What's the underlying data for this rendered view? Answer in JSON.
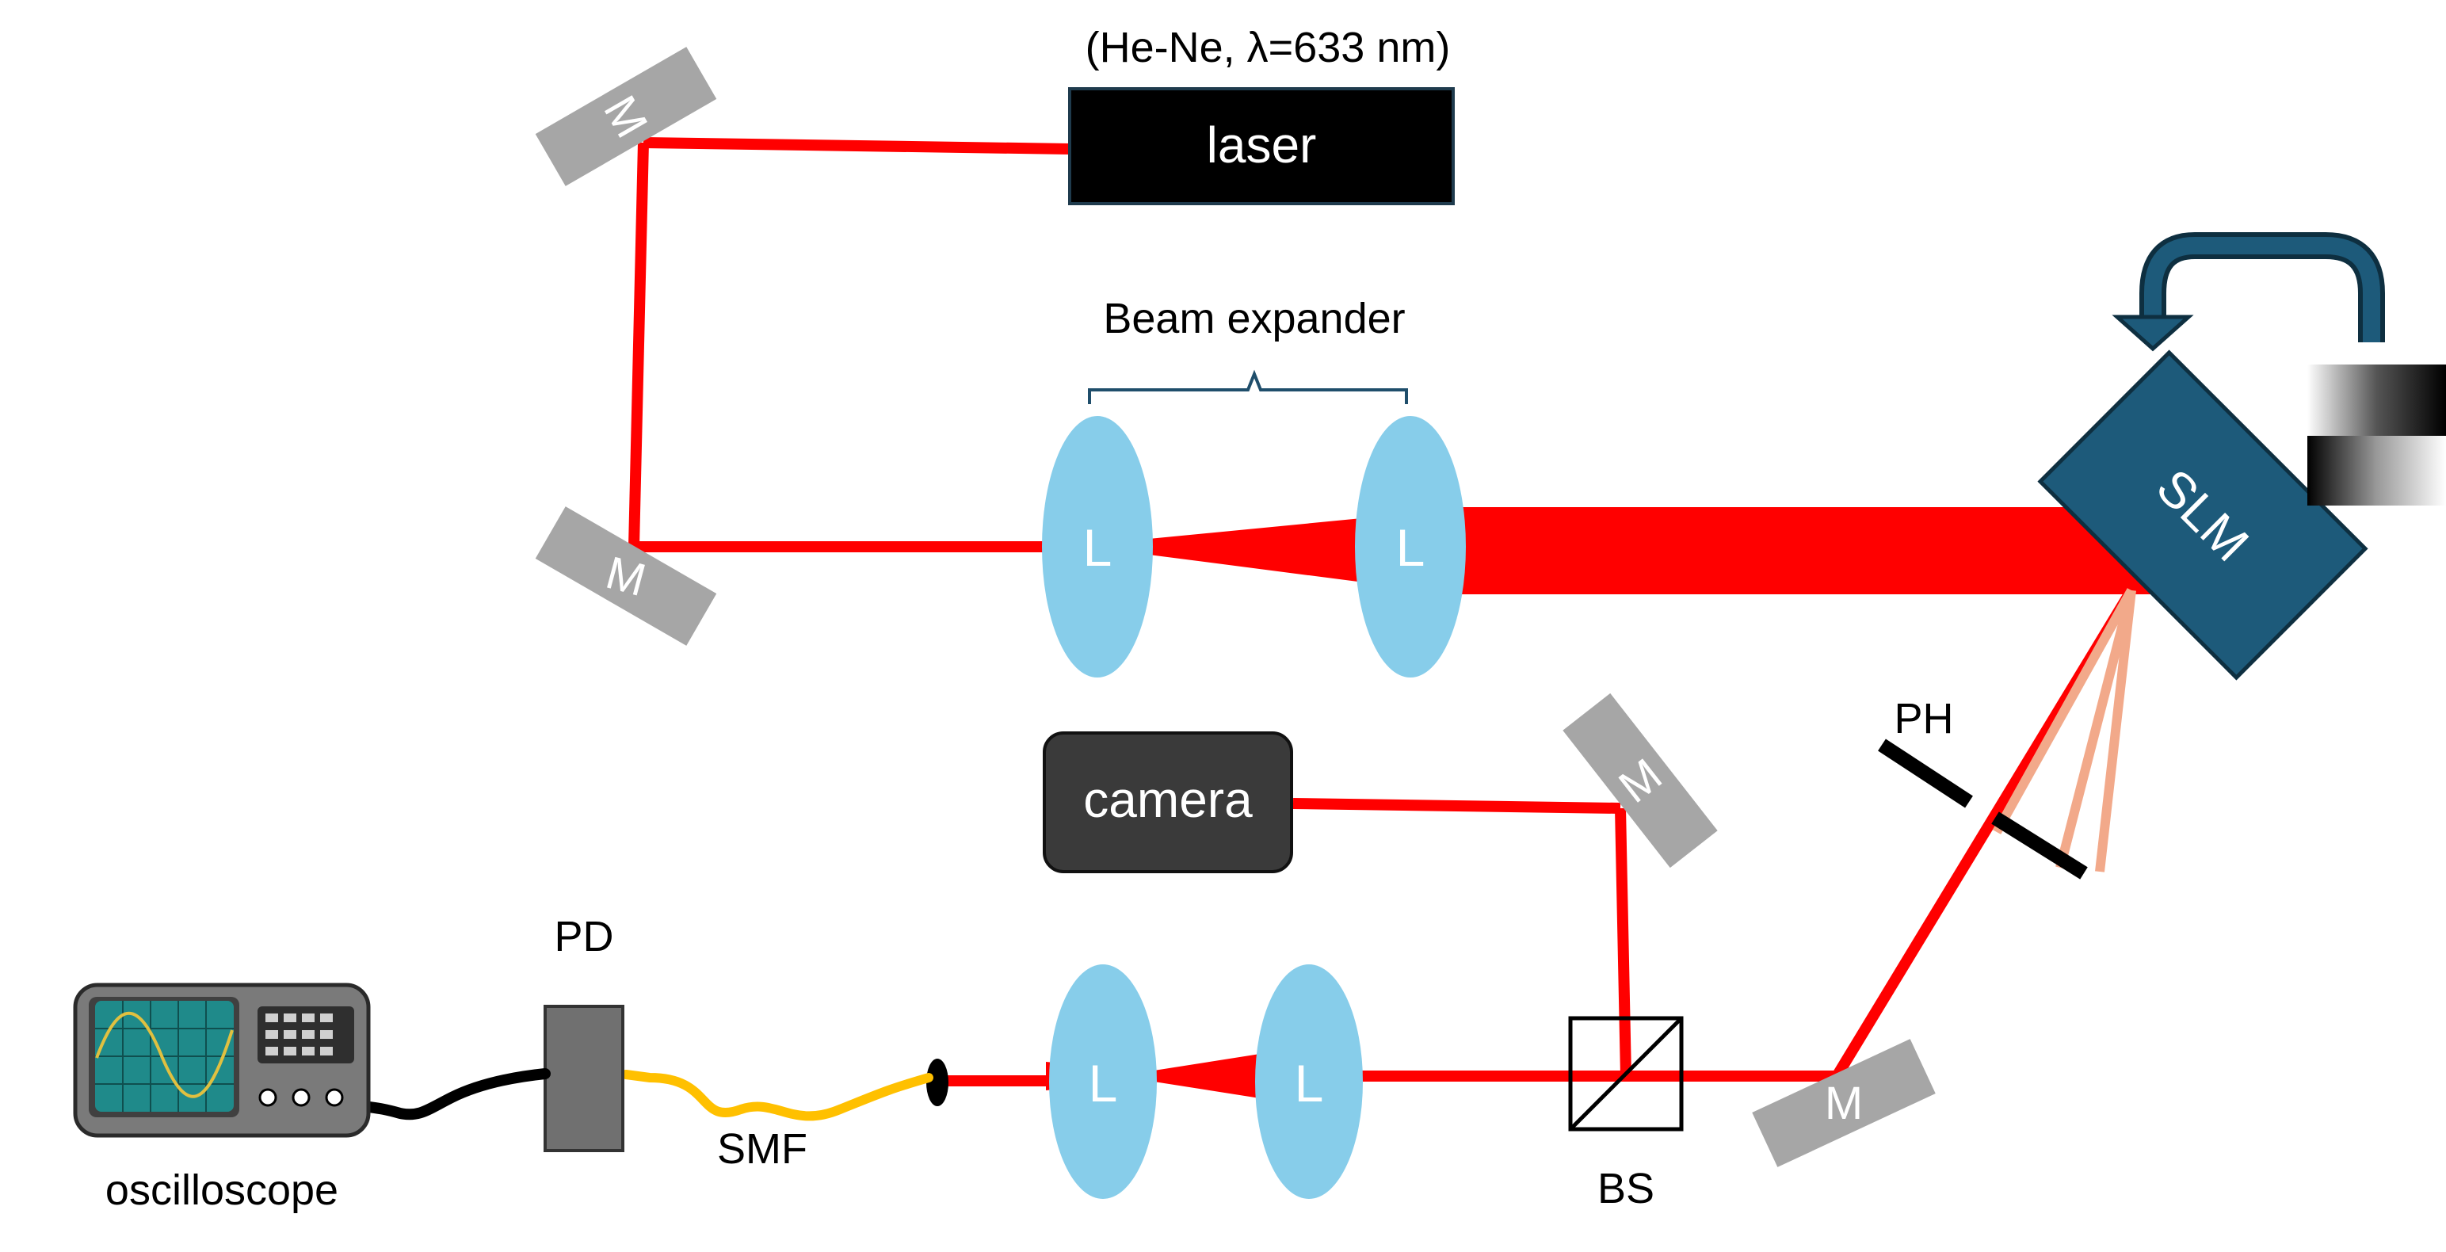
{
  "laser": {
    "label": "laser",
    "note": "(He-Ne, λ=633 nm)"
  },
  "beam_expander": {
    "label": "Beam expander",
    "lens_label": "L"
  },
  "slm": {
    "label": "SLM"
  },
  "pinhole": {
    "label": "PH"
  },
  "camera": {
    "label": "camera"
  },
  "beamsplitter": {
    "label": "BS"
  },
  "photodiode": {
    "label": "PD"
  },
  "fiber": {
    "label": "SMF"
  },
  "oscilloscope": {
    "label": "oscilloscope"
  },
  "mirror_label": "M",
  "lens_label": "L",
  "colors": {
    "beam": "#ff0000",
    "diffracted": "#f2a98a",
    "lens": "#87cdea",
    "mirror": "#a6a6a6",
    "slm": "#1d5a7a",
    "fiber": "#ffc000",
    "camera": "#3a3a3a",
    "laser": "#000000"
  }
}
